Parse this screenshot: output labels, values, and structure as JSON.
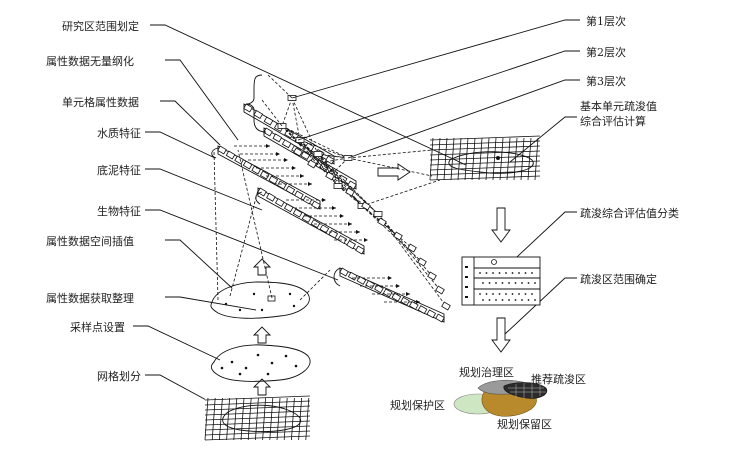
{
  "left_labels": [
    "研究区范围划定",
    "属性数据无量纲化",
    "单元格属性数据",
    "水质特征",
    "底泥特征",
    "生物特征",
    "属性数据空间插值",
    "属性数据获取整理",
    "采样点设置",
    "网格划分"
  ],
  "right_labels": {
    "level1": "第1层次",
    "level2": "第2层次",
    "level3": "第3层次",
    "basic_unit_line1": "基本单元疏浚值",
    "basic_unit_line2": "综合评估计算",
    "classification": "疏浚综合评估值分类",
    "range": "疏浚区范围确定"
  },
  "zones": {
    "governance": "规划治理区",
    "recommended": "推荐疏浚区",
    "protection": "规划保护区",
    "reserve": "规划保留区"
  },
  "colors": {
    "ink": "#111111",
    "protection": "#cfe6c2",
    "reserve": "#b98a2c",
    "governance": "#9a9a9a",
    "recommended": "#2b2b2b"
  }
}
